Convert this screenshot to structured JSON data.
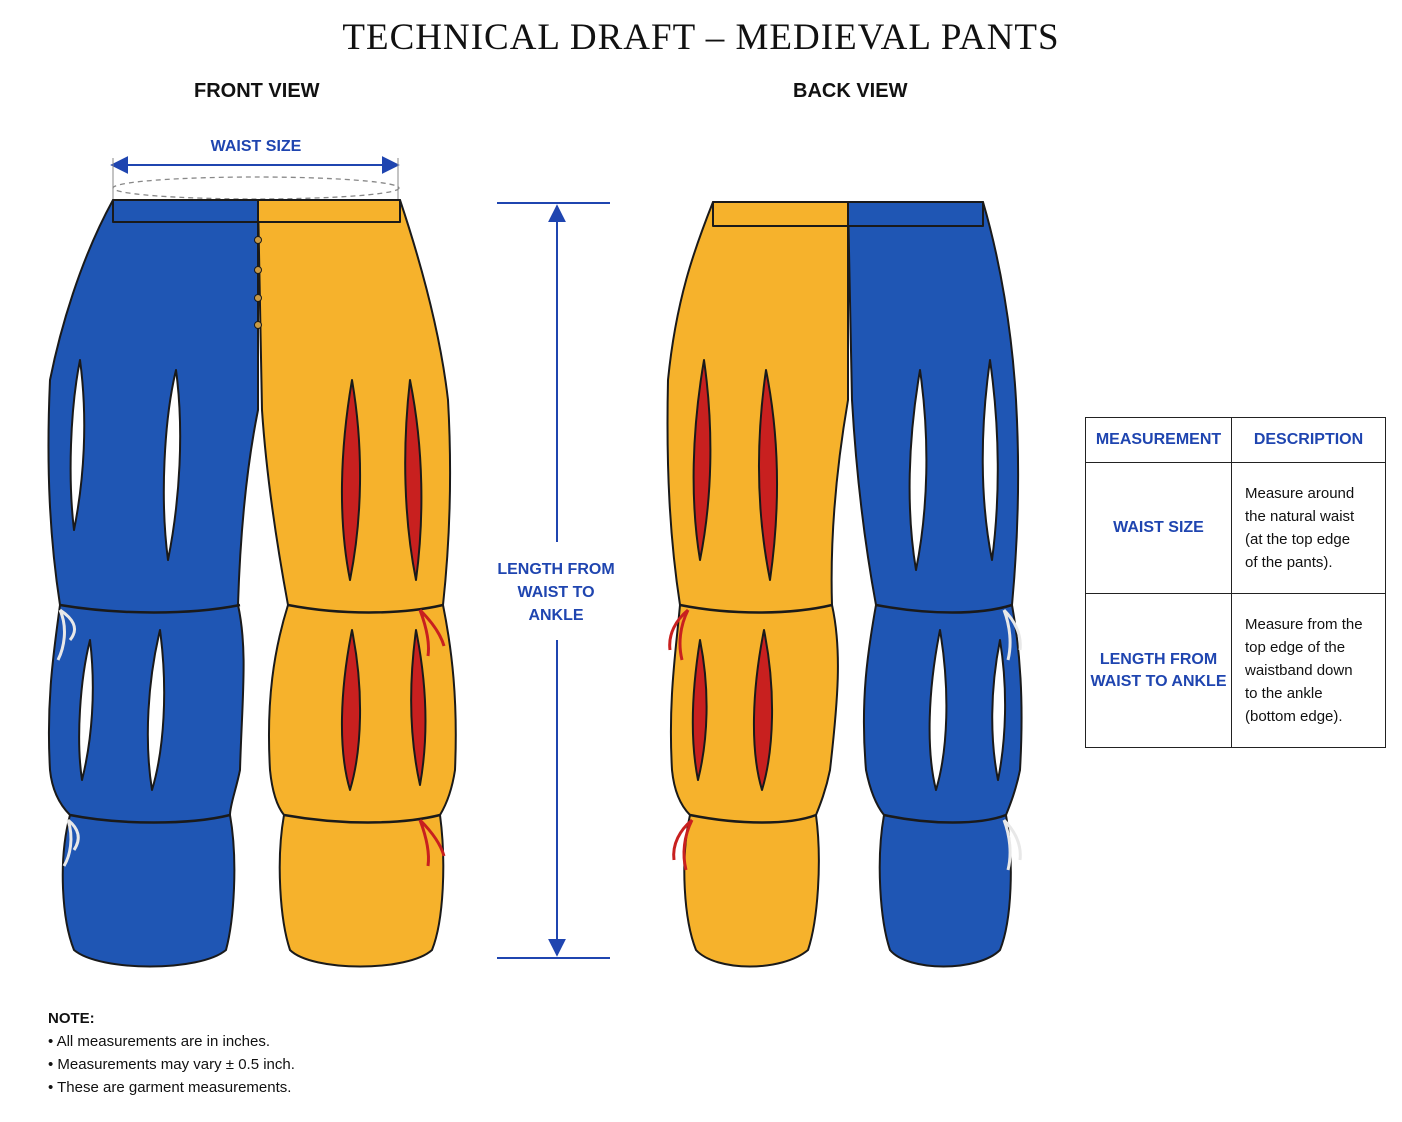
{
  "title": "TECHNICAL DRAFT – MEDIEVAL PANTS",
  "views": {
    "front": "FRONT VIEW",
    "back": "BACK VIEW"
  },
  "dimensions": {
    "waist": "WAIST SIZE",
    "length_lines": [
      "LENGTH FROM",
      "WAIST TO",
      "ANKLE"
    ]
  },
  "table": {
    "headers": [
      "MEASUREMENT",
      "DESCRIPTION"
    ],
    "rows": [
      {
        "measurement_lines": [
          "WAIST SIZE"
        ],
        "description_lines": [
          "Measure around",
          "the natural waist",
          "(at the top edge",
          "of the pants)."
        ]
      },
      {
        "measurement_lines": [
          "LENGTH FROM",
          "WAIST TO ANKLE"
        ],
        "description_lines": [
          "Measure from the",
          "top edge of the",
          "waistband down",
          "to the ankle",
          "(bottom edge)."
        ]
      }
    ]
  },
  "note": {
    "title": "NOTE:",
    "items": [
      "• All measurements are in inches.",
      "• Measurements may vary ± 0.5 inch.",
      "• These are garment measurements."
    ]
  },
  "colors": {
    "blue": "#1f56b4",
    "gold": "#f6b22c",
    "red": "#c8201f",
    "accent": "#1f45b0",
    "outline": "#1a1a1a"
  }
}
